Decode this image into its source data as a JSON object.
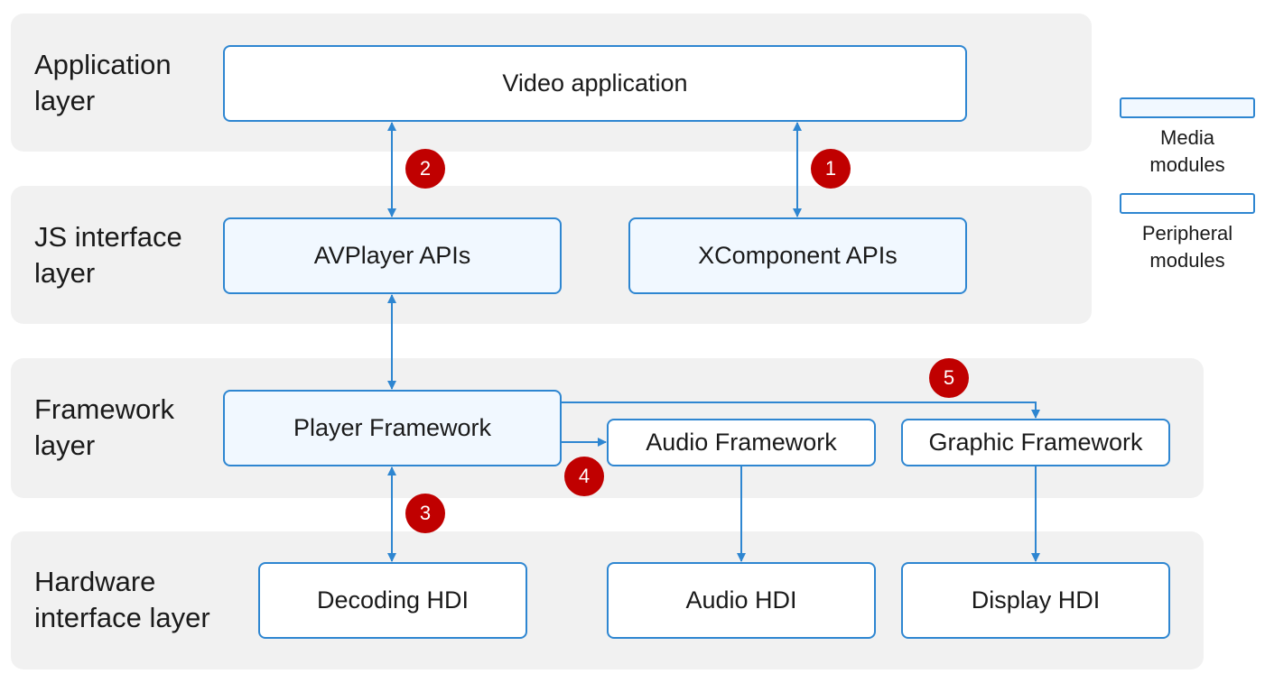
{
  "layers": {
    "application": [
      "Application",
      "layer"
    ],
    "js_interface": [
      "JS interface",
      "layer"
    ],
    "framework": [
      "Framework",
      "layer"
    ],
    "hardware": [
      "Hardware",
      "interface layer"
    ]
  },
  "nodes": {
    "video_app": "Video application",
    "avplayer": "AVPlayer APIs",
    "xcomponent": "XComponent APIs",
    "player_fw": "Player Framework",
    "audio_fw": "Audio Framework",
    "graphic_fw": "Graphic Framework",
    "decoding_hdi": "Decoding HDI",
    "audio_hdi": "Audio HDI",
    "display_hdi": "Display HDI"
  },
  "steps": [
    "1",
    "2",
    "3",
    "4",
    "5"
  ],
  "legend": {
    "media": [
      "Media",
      "modules"
    ],
    "peripheral": [
      "Peripheral",
      "modules"
    ]
  },
  "colors": {
    "band": "#f1f1f1",
    "node_border": "#2e86d1",
    "media_fill": "#f1f8ff",
    "peripheral_fill": "#ffffff",
    "badge": "#c00000"
  }
}
